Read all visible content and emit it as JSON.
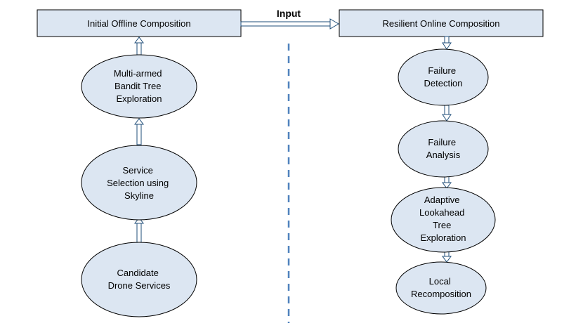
{
  "diagram": {
    "left_box": {
      "label": "Initial Offline Composition"
    },
    "right_box": {
      "label": "Resilient Online Composition"
    },
    "connector": {
      "label": "Input"
    },
    "left_nodes": [
      {
        "lines": [
          "Multi-armed",
          "Bandit Tree",
          "Exploration"
        ]
      },
      {
        "lines": [
          "Service",
          "Selection using",
          "Skyline"
        ]
      },
      {
        "lines": [
          "Candidate",
          "Drone Services"
        ]
      }
    ],
    "right_nodes": [
      {
        "lines": [
          "Failure",
          "Detection"
        ]
      },
      {
        "lines": [
          "Failure",
          "Analysis"
        ]
      },
      {
        "lines": [
          "Adaptive",
          "Lookahead",
          "Tree",
          "Exploration"
        ]
      },
      {
        "lines": [
          "Local",
          "Recomposition"
        ]
      }
    ],
    "colors": {
      "fill": "#dce6f2",
      "arrow_outline": "#1f4e79",
      "divider": "#4f81bd"
    }
  }
}
